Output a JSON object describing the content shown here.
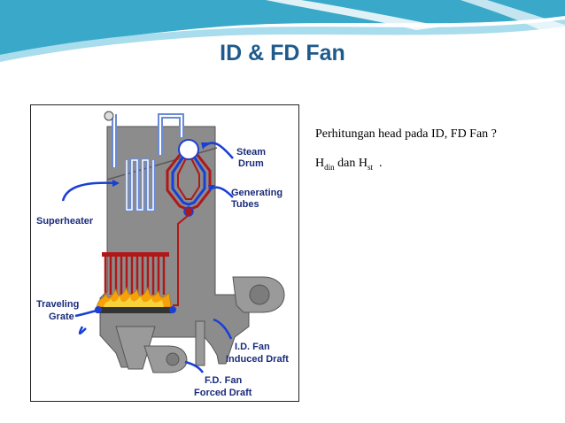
{
  "slide": {
    "title": "ID & FD Fan",
    "question": "Perhitungan head pada ID, FD Fan ?",
    "formula": {
      "h1_base": "H",
      "h1_sub": "din",
      "connector": " dan ",
      "h2_base": "H",
      "h2_sub": "st",
      "trailing": "  ."
    }
  },
  "diagram": {
    "labels": {
      "steam_1": "Steam",
      "steam_2": "Drum",
      "gen_1": "Generating",
      "gen_2": "Tubes",
      "superheater": "Superheater",
      "grate_1": "Traveling",
      "grate_2": "Grate",
      "id_1": "I.D. Fan",
      "id_2": "Induced Draft",
      "fd_1": "F.D. Fan",
      "fd_2": "Forced Draft"
    },
    "colors": {
      "boiler_gray": "#8c8c8c",
      "label_blue": "#1a2b7a",
      "arrow_blue": "#1a3fd6",
      "tube_red": "#b01818",
      "flame": "#f5a20a",
      "header_teal": "#3aa9c9"
    }
  }
}
